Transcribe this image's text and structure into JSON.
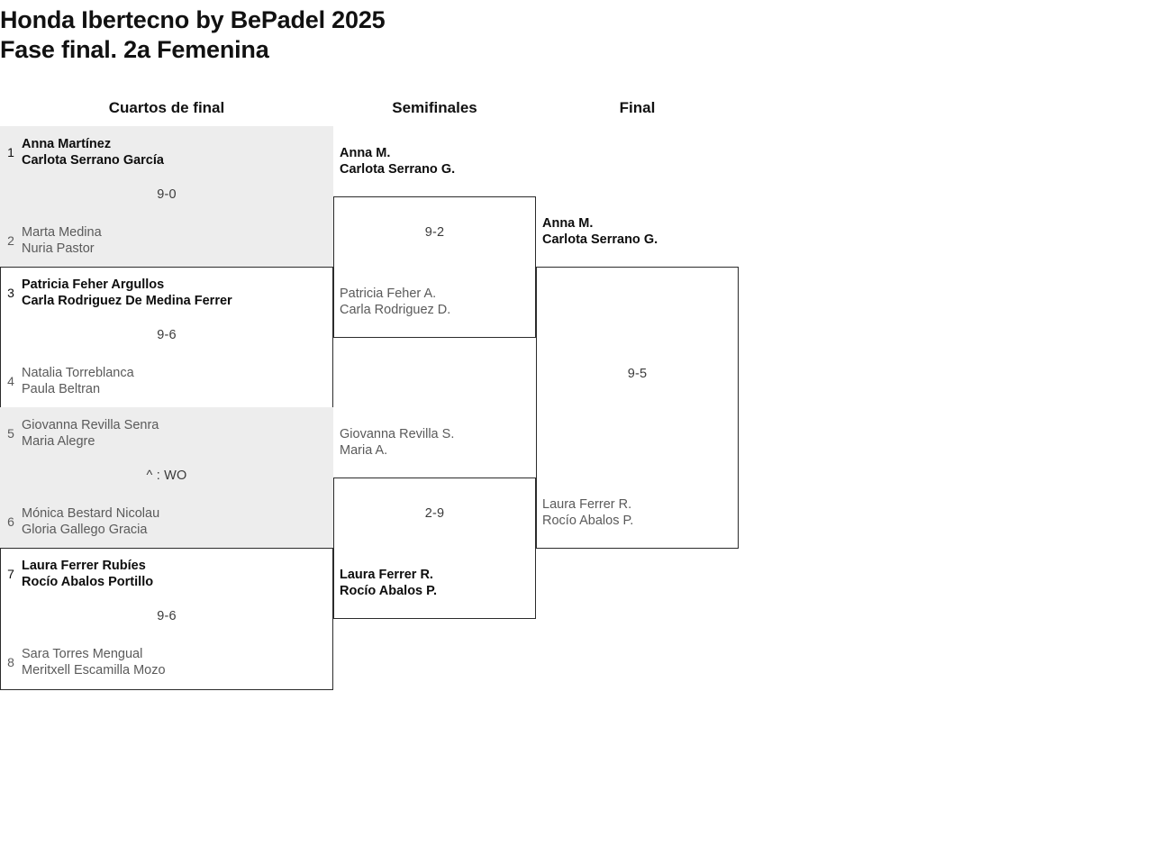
{
  "header": {
    "title_line1": "Honda Ibertecno by BePadel 2025",
    "title_line2": "Fase final. 2a Femenina"
  },
  "rounds": [
    {
      "label": "Cuartos de final"
    },
    {
      "label": "Semifinales"
    },
    {
      "label": "Final"
    }
  ],
  "bracket": {
    "quarterfinals": [
      {
        "score": "9-0",
        "top": {
          "seed": "1",
          "player1": "Anna Martínez",
          "player2": "Carlota Serrano García",
          "result": "winner"
        },
        "bottom": {
          "seed": "2",
          "player1": "Marta Medina",
          "player2": "Nuria Pastor",
          "result": "loser"
        }
      },
      {
        "score": "9-6",
        "top": {
          "seed": "3",
          "player1": "Patricia Feher Argullos",
          "player2": "Carla Rodriguez De Medina Ferrer",
          "result": "winner"
        },
        "bottom": {
          "seed": "4",
          "player1": "Natalia Torreblanca",
          "player2": "Paula Beltran",
          "result": "loser"
        }
      },
      {
        "score": "^ : WO",
        "top": {
          "seed": "5",
          "player1": "Giovanna Revilla Senra",
          "player2": "Maria Alegre",
          "result": "loser"
        },
        "bottom": {
          "seed": "6",
          "player1": "Mónica Bestard Nicolau",
          "player2": "Gloria Gallego Gracia",
          "result": "loser"
        }
      },
      {
        "score": "9-6",
        "top": {
          "seed": "7",
          "player1": "Laura Ferrer Rubíes",
          "player2": "Rocío Abalos Portillo",
          "result": "winner"
        },
        "bottom": {
          "seed": "8",
          "player1": "Sara Torres Mengual",
          "player2": "Meritxell Escamilla Mozo",
          "result": "loser"
        }
      }
    ],
    "semifinals": [
      {
        "score": "9-2",
        "top": {
          "player1": "Anna M.",
          "player2": "Carlota Serrano G.",
          "result": "winner"
        },
        "bottom": {
          "player1": "Patricia Feher A.",
          "player2": "Carla Rodriguez D.",
          "result": "loser"
        }
      },
      {
        "score": "2-9",
        "top": {
          "player1": "Giovanna Revilla S.",
          "player2": "Maria A.",
          "result": "loser"
        },
        "bottom": {
          "player1": "Laura Ferrer R.",
          "player2": "Rocío Abalos P.",
          "result": "winner"
        }
      }
    ],
    "final": [
      {
        "score": "9-5",
        "top": {
          "player1": "Anna M.",
          "player2": "Carlota Serrano G.",
          "result": "winner"
        },
        "bottom": {
          "player1": "Laura Ferrer R.",
          "player2": "Rocío Abalos P.",
          "result": "loser"
        }
      }
    ]
  },
  "colors": {
    "match_shade": "#ededed",
    "border": "#2b2b2b",
    "winner_text": "#0d0d0d",
    "loser_text": "#5a5a5a",
    "score_text": "#3b3b3b"
  }
}
